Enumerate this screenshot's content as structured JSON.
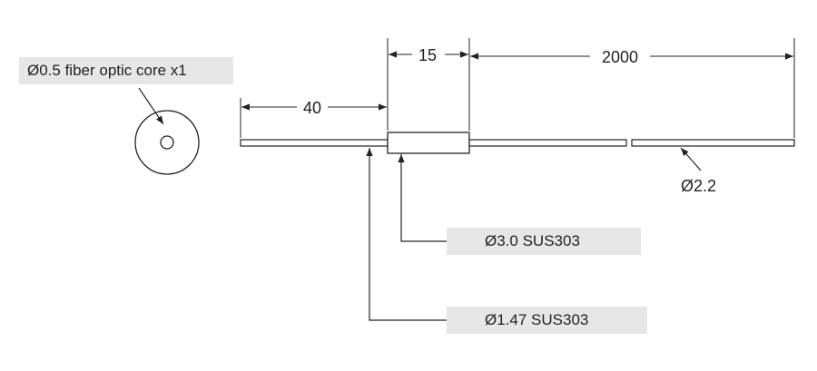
{
  "labels": {
    "core": "Ø0.5 fiber optic core x1",
    "tube_outer": "Ø3.0  SUS303",
    "tube_inner": "Ø1.47  SUS303",
    "sheath": "Ø2.2"
  },
  "dimensions": {
    "lead": "40",
    "sleeve": "15",
    "cable": "2000"
  },
  "colors": {
    "line": "#222222",
    "label_bg": "#e6e6e6"
  }
}
